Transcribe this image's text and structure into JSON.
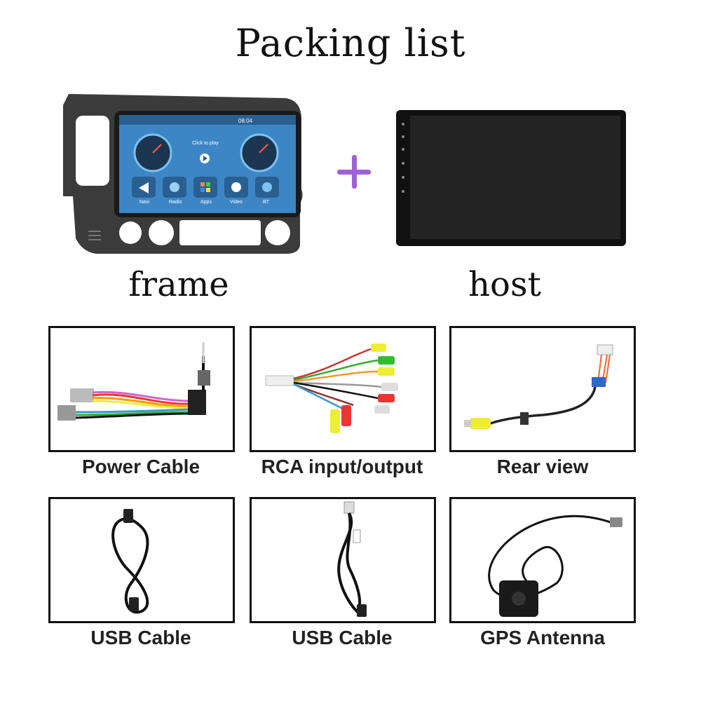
{
  "title": "Packing list",
  "top_items": {
    "frame_caption": "frame",
    "host_caption": "host",
    "plus_icon": "plus-icon"
  },
  "screen": {
    "time": "08:04",
    "media_text": "Click to play",
    "apps": [
      "Navi",
      "Radio",
      "Apps",
      "Video",
      "BT"
    ]
  },
  "items": [
    {
      "label": "Power Cable",
      "icon": "power-cable-icon"
    },
    {
      "label": "RCA input/output",
      "icon": "rca-cable-icon"
    },
    {
      "label": "Rear view",
      "icon": "rear-view-cable-icon"
    },
    {
      "label": "USB Cable",
      "icon": "usb-cable-icon"
    },
    {
      "label": "USB Cable",
      "icon": "usb-cable-icon"
    },
    {
      "label": "GPS Antenna",
      "icon": "gps-antenna-icon"
    }
  ],
  "colors": {
    "plus": "#a061d8",
    "frame": "#3a3a3a",
    "border": "#111111"
  }
}
